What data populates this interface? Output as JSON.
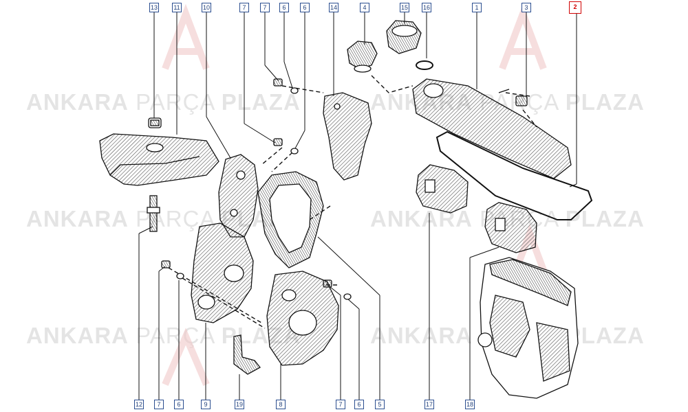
{
  "watermark": {
    "word1": "ANKARA",
    "word2": "PARÇA",
    "word3": "PLAZA"
  },
  "callouts": {
    "top": [
      "13",
      "11",
      "10",
      "7",
      "7",
      "6",
      "6",
      "14",
      "4",
      "15",
      "16",
      "1",
      "3",
      "2"
    ],
    "bottom": [
      "12",
      "7",
      "6",
      "9",
      "19",
      "8",
      "7",
      "6",
      "5",
      "17",
      "18"
    ],
    "highlighted": "2"
  },
  "colors": {
    "callout_border": "#2a4d8f",
    "highlight": "#d00000",
    "line": "#111111",
    "watermark": "#cfcfcf"
  }
}
